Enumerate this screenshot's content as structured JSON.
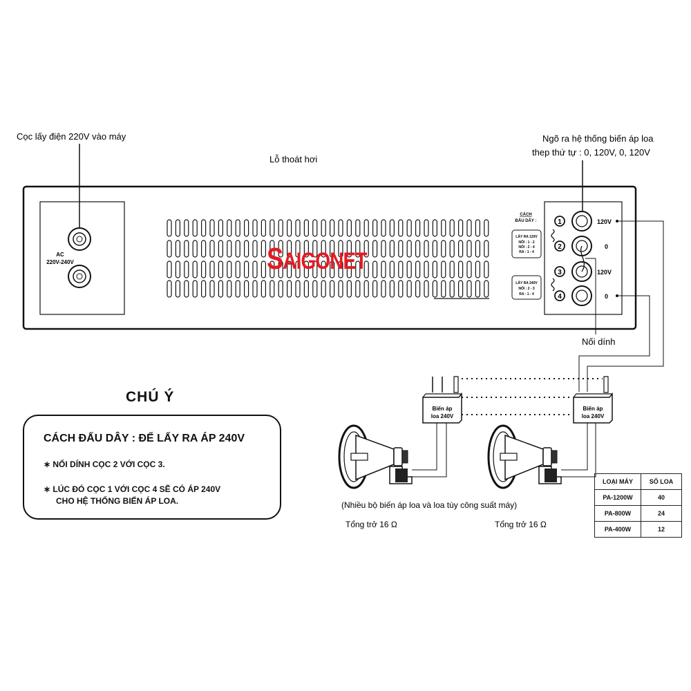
{
  "labels": {
    "power_input": "Cọc lấy điện 220V vào máy",
    "vent": "Lỗ thoát hơi",
    "output_line1": "Ngõ ra hệ thống biến áp loa",
    "output_line2": "thep thứ tự : 0, 120V, 0, 120V",
    "jumper": "Nối dính",
    "ac": "AC",
    "ac_range": "220V-240V",
    "terminal_120v_top": "120V",
    "terminal_0_top": "0",
    "terminal_120v_bottom": "120V",
    "terminal_0_bottom": "0",
    "num1": "1",
    "num2": "2",
    "num3": "3",
    "num4": "4",
    "wiring_title_line1": "CÁCH",
    "wiring_title_line2": "ĐẤU DÂY :",
    "box1_line1": "LẤY RA 120V",
    "box1_line2": "NỐI : 1 - 2",
    "box1_line3": "NỐI : 2 - 4",
    "box1_line4": "RA : 1 - 4",
    "box2_line1": "LẤY RA 240V",
    "box2_line2": "NỐI : 2 - 3",
    "box2_line3": "RA : 1 - 4",
    "transformer": "Biến áp",
    "transformer_volt": "loa 240V",
    "caption": "(Nhiều bộ biến áp loa và loa tùy công suất máy)",
    "impedance_left": "Tổng trở 16 Ω",
    "impedance_right": "Tổng trở 16 Ω"
  },
  "brand": {
    "first": "S",
    "rest": "AIGONET",
    "color": "#e41b23"
  },
  "note": {
    "title": "CHÚ Ý",
    "heading": "CÁCH ĐẤU DÂY : ĐỂ LẤY RA ÁP 240V",
    "line1": "∗  NỐI DÍNH CỌC 2 VỚI CỌC 3.",
    "line2a": "∗  LÚC ĐÓ CỌC 1 VỚI CỌC 4 SẼ CÓ ÁP 240V",
    "line2b": "CHO HỆ THỐNG BIẾN ÁP LOA."
  },
  "table": {
    "headers": [
      "LOẠI MÁY",
      "SỐ LOA"
    ],
    "rows": [
      [
        "PA-1200W",
        "40"
      ],
      [
        "PA-800W",
        "24"
      ],
      [
        "PA-400W",
        "12"
      ]
    ]
  }
}
